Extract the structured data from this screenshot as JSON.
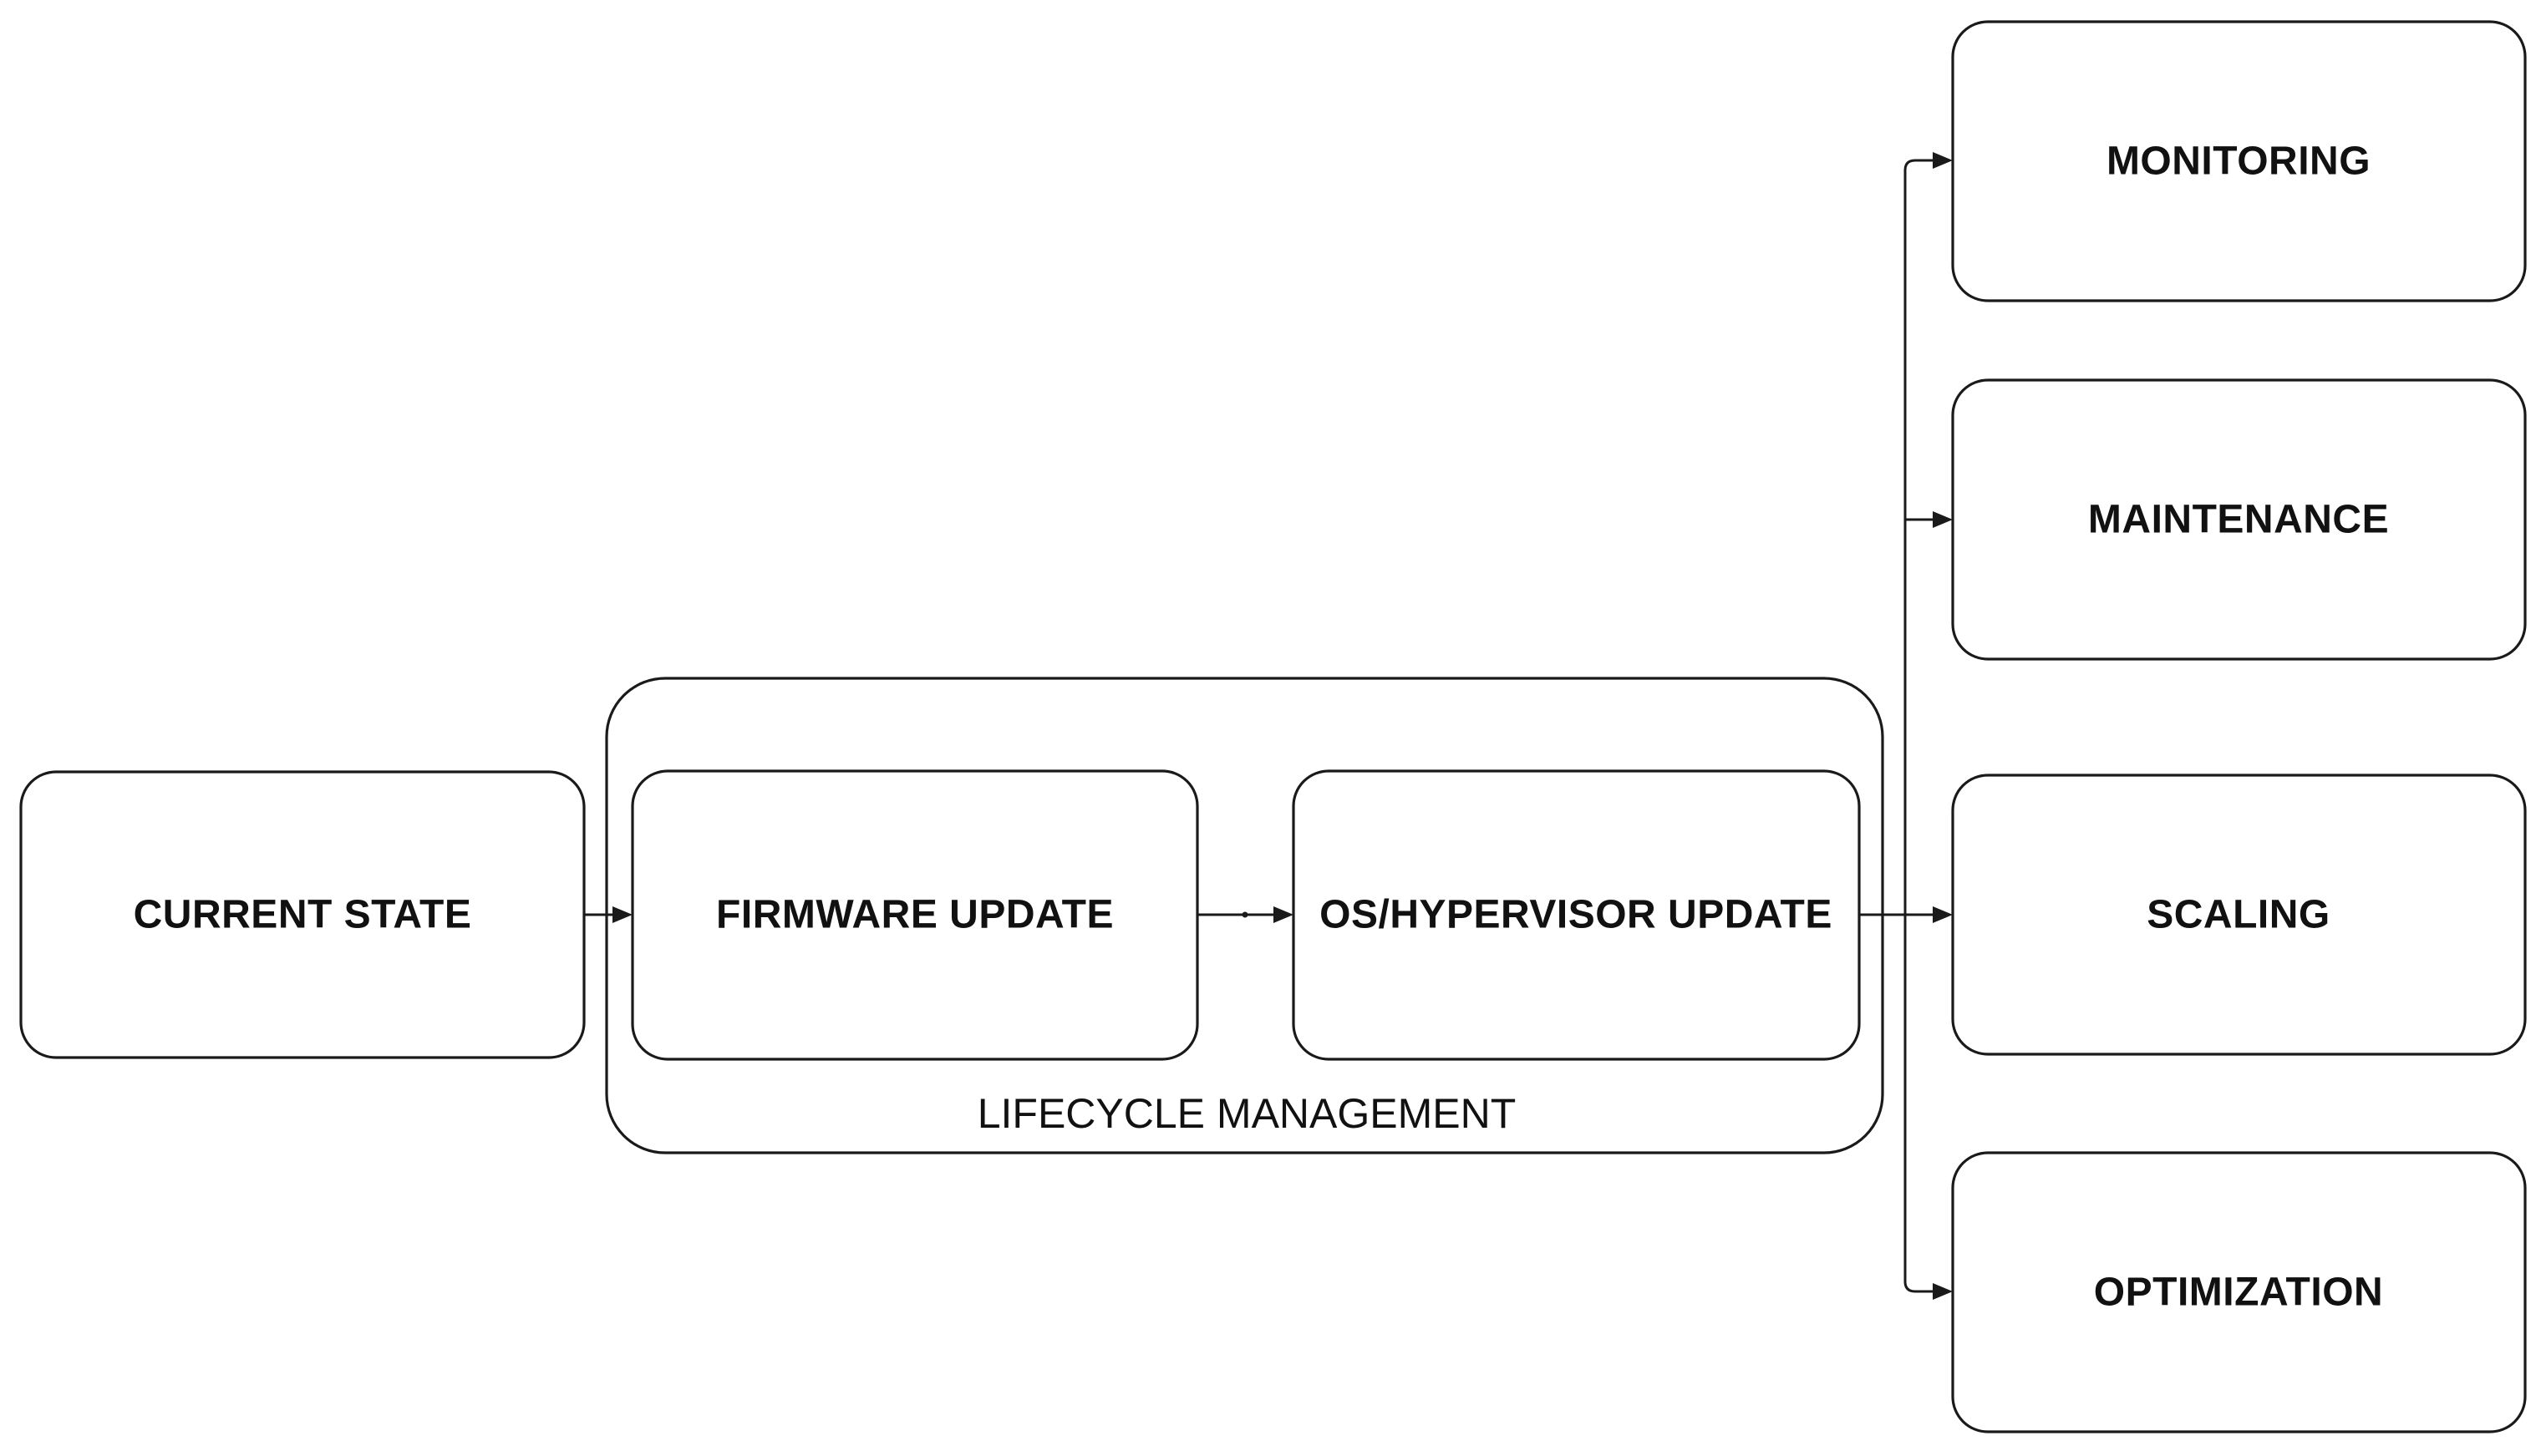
{
  "diagram": {
    "type": "flowchart",
    "colors": {
      "background": "#ffffff",
      "stroke": "#1a1a1a",
      "text": "#111111"
    },
    "nodes": {
      "current_state": {
        "label": "CURRENT STATE"
      },
      "firmware_update": {
        "label": "FIRMWARE UPDATE"
      },
      "os_hypervisor_update": {
        "label": "OS/HYPERVISOR UPDATE"
      },
      "monitoring": {
        "label": "MONITORING"
      },
      "maintenance": {
        "label": "MAINTENANCE"
      },
      "scaling": {
        "label": "SCALING"
      },
      "optimization": {
        "label": "OPTIMIZATION"
      }
    },
    "groups": {
      "lifecycle_management": {
        "label": "LIFECYCLE MANAGEMENT"
      }
    },
    "edges": [
      {
        "from": "current_state",
        "to": "firmware_update"
      },
      {
        "from": "firmware_update",
        "to": "os_hypervisor_update"
      },
      {
        "from": "os_hypervisor_update",
        "to": "monitoring"
      },
      {
        "from": "os_hypervisor_update",
        "to": "maintenance"
      },
      {
        "from": "os_hypervisor_update",
        "to": "scaling"
      },
      {
        "from": "os_hypervisor_update",
        "to": "optimization"
      }
    ]
  }
}
